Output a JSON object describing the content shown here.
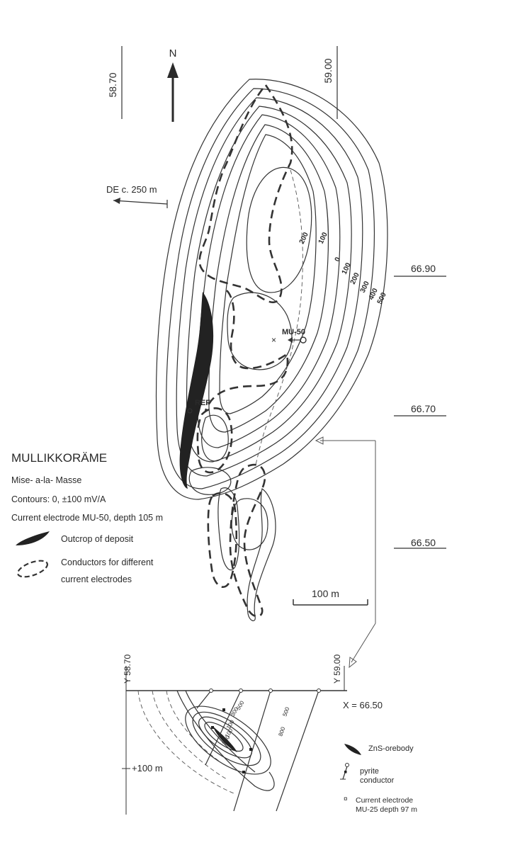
{
  "map": {
    "coordinates": {
      "top_left": "58.70",
      "top_right": "59.00",
      "right_1": "66.90",
      "right_2": "66.70",
      "right_3": "66.50"
    },
    "north_label": "N",
    "direction_note": "DE c. 250 m",
    "contour_labels": [
      "200",
      "100",
      "0",
      "100",
      "200",
      "300",
      "400",
      "500"
    ],
    "electrode_label": "MU-50",
    "ref_label": "REF",
    "scale_label": "100 m"
  },
  "legend": {
    "title": "MULLIKKORÄME",
    "method": "Mise- a-la- Masse",
    "contours": "Contours: 0, ±100 mV/A",
    "electrode": "Current electrode MU-50, depth 105 m",
    "outcrop": "Outcrop of deposit",
    "conductors_line1": "Conductors for different",
    "conductors_line2": "current electrodes"
  },
  "section": {
    "y_left": "Y 58.70",
    "y_right": "Y 59.00",
    "x_label": "X = 66.50",
    "depth_label": "+100 m",
    "contour_labels": [
      "500",
      "300",
      "100",
      "100",
      "300",
      "500",
      "800"
    ],
    "legend_orebody": "ZnS-orebody",
    "legend_pyrite_1": "pyrite",
    "legend_pyrite_2": "conductor",
    "legend_electrode_1": "Current electrode",
    "legend_electrode_2": "MU-25 depth 97 m"
  }
}
